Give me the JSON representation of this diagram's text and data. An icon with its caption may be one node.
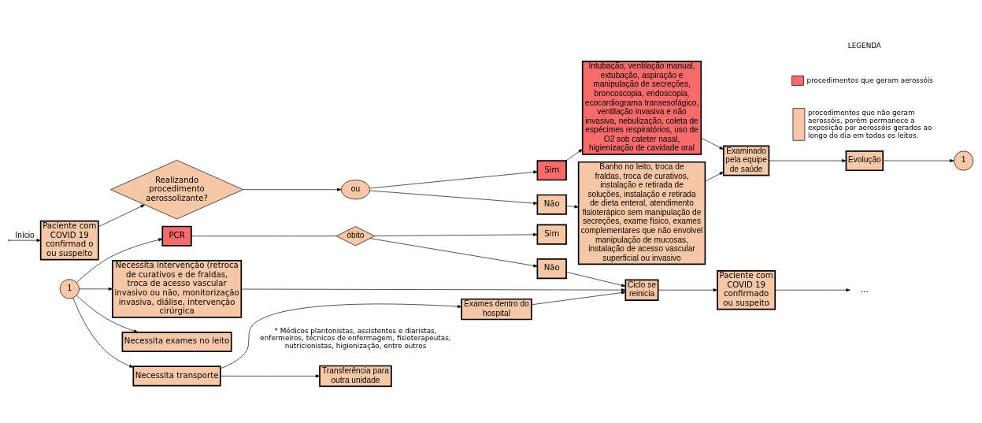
{
  "diagram": {
    "nodes": [
      {
        "text": [
          "Paciente com COVID 19 confirmad o ou suspeito"
        ]
      },
      {
        "text": [
          "Realizando procedimento aerossolizante?"
        ]
      },
      {
        "text": [
          "ou"
        ]
      },
      {
        "text": [
          "Sim"
        ]
      },
      {
        "text": [
          "Não"
        ]
      },
      {
        "text": [
          "Intubação, ventilação manual, extubação, aspiração e manipulação de secreções, broncoscopia, endoscopia, ecocardiograma transesofágico, ventilação invasiva e não invasiva, nebulização, coleta de espécimes respiratórios, uso de O2 sob cateter nasal, higienização de cavidade oral"
        ]
      },
      {
        "text": [
          "Banho no leito, troca de fraldas, troca de curativos, instalação e retirada de soluções, instalação e retirada de dieta enteral, atendimento fisioterápico sem manipulação de secreções, exame físico, exames complementares que não envolvel manipulação de mucosas, instalação de acesso vascular superficial ou invasivo"
        ]
      },
      {
        "text": [
          "Examinado pela equipe de saúde"
        ]
      },
      {
        "text": [
          "Evolução"
        ]
      },
      {
        "text": [
          "1"
        ]
      },
      {
        "text": [
          "1"
        ]
      },
      {
        "text": [
          "PCR"
        ]
      },
      {
        "text": [
          "óbito"
        ]
      },
      {
        "text": [
          "Sim"
        ]
      },
      {
        "text": [
          "Não"
        ]
      },
      {
        "text": [
          "Necessita intervenção (retroca de curativos e de fraldas, troca de acesso vascular invasivo ou não, monitorização invasiva, diálise, intervenção cirúrgica"
        ]
      },
      {
        "text": [
          "Necessita exames no leito"
        ]
      },
      {
        "text": [
          "Necessita transporte"
        ]
      },
      {
        "text": [
          "Exames dentro do hospital"
        ]
      },
      {
        "text": [
          "Transferência para outra unidade"
        ]
      },
      {
        "text": [
          "Ciclo se reinicia"
        ]
      },
      {
        "text": [
          "Paciente com COVID 19 confirmado ou suspeito"
        ]
      },
      {
        "text": [
          "..."
        ]
      }
    ],
    "edges": [
      {
        "from": null,
        "to": 0,
        "arrow": "to",
        "label": "Início"
      },
      {
        "from": 0,
        "to": 1,
        "arrow": "to"
      },
      {
        "from": 1,
        "to": 2,
        "arrow": "to"
      },
      {
        "from": 2,
        "to": 3,
        "arrow": "to"
      },
      {
        "from": 2,
        "to": 4,
        "arrow": "to"
      },
      {
        "from": 3,
        "to": 5,
        "arrow": "to"
      },
      {
        "from": 4,
        "to": 6,
        "arrow": "to"
      },
      {
        "from": 5,
        "to": 7,
        "arrow": "to"
      },
      {
        "from": 6,
        "to": 7,
        "arrow": "to"
      },
      {
        "from": 7,
        "to": 8,
        "arrow": "to"
      },
      {
        "from": 8,
        "to": 9,
        "arrow": "to"
      },
      {
        "from": 10,
        "to": 11,
        "arrow": "to"
      },
      {
        "from": 10,
        "to": 15,
        "arrow": "to"
      },
      {
        "from": 10,
        "to": 16,
        "arrow": "to"
      },
      {
        "from": 10,
        "to": 17,
        "arrow": "to"
      },
      {
        "from": 11,
        "to": 12,
        "arrow": "none"
      },
      {
        "from": 12,
        "to": 13,
        "arrow": "to"
      },
      {
        "from": 12,
        "to": 14,
        "arrow": "to"
      },
      {
        "from": 14,
        "to": 20,
        "arrow": "to"
      },
      {
        "from": 15,
        "to": 20,
        "arrow": "to"
      },
      {
        "from": 18,
        "to": 20,
        "arrow": "to"
      },
      {
        "from": 17,
        "to": 18,
        "arrow": "to"
      },
      {
        "from": 17,
        "to": 19,
        "arrow": "to"
      },
      {
        "from": 20,
        "to": 21,
        "arrow": "to"
      },
      {
        "from": 21,
        "to": 22,
        "arrow": "to"
      }
    ],
    "labels": [
      "* Médicos plantonistas, assistentes e diaristas, enfermeiros, técnicos de enfermagem, fisioterapeutas, nutricionistas, higienização, entre outros",
      "LEGENDA"
    ],
    "legend": [
      {
        "text": "procedimentos que geram aerossóis",
        "color": "#f76b6b"
      },
      {
        "text": "procedimentos que não geram aerossóis, porém permanece a exposição por aerossóis gerados ao longo do dia em todos os leitos.",
        "color": "#f7c8a8"
      }
    ]
  }
}
